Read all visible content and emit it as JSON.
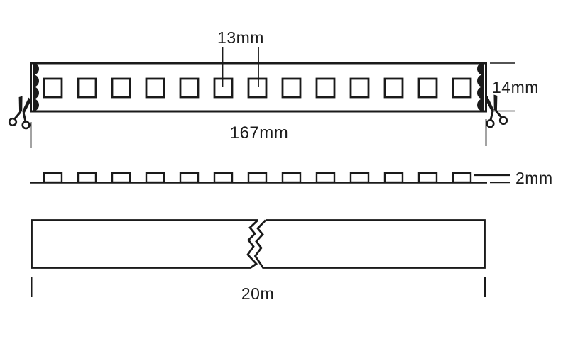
{
  "diagram": {
    "subject": "led-strip-dimension-drawing",
    "labels": {
      "led_pitch": "13mm",
      "strip_width": "14mm",
      "segment_length": "167mm",
      "strip_thickness": "2mm",
      "reel_length": "20m"
    },
    "led_count": 13,
    "pad_count_per_end": 4,
    "cut_marker_icon": "scissors",
    "colors": {
      "line": "#1a1a1a",
      "background": "#ffffff",
      "text": "#1c1c1c"
    }
  }
}
